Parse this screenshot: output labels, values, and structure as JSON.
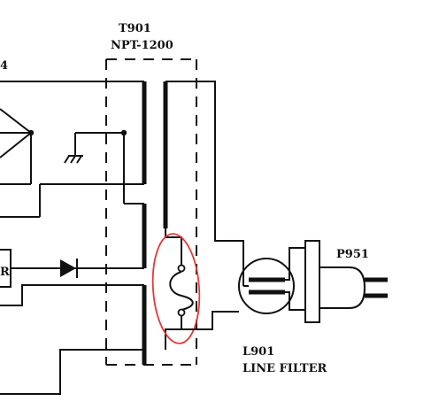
{
  "labels": {
    "transformer_ref": "T901",
    "transformer_part": "NPT-1200",
    "filter_ref": "L901",
    "filter_name": "LINE FILTER",
    "plug_ref": "P951",
    "left_edge_digit": "4",
    "left_box_letter": "R"
  },
  "colors": {
    "line": "#111111",
    "highlight": "#e53935",
    "background": "#ffffff"
  }
}
